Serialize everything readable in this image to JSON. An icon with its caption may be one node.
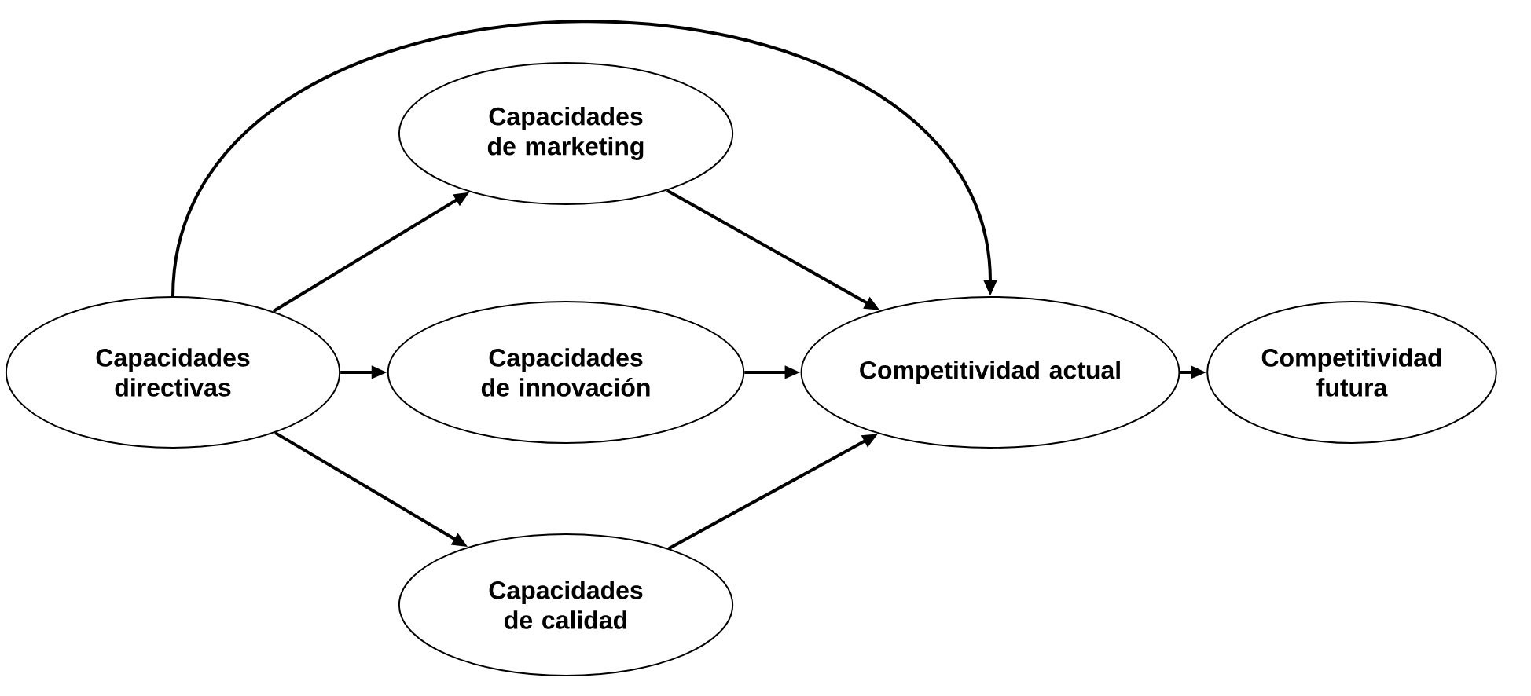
{
  "diagram": {
    "nodes": [
      {
        "text": [
          "Capacidades directivas"
        ]
      },
      {
        "text": [
          "Capacidades de marketing"
        ]
      },
      {
        "text": [
          "Capacidades de innovación"
        ]
      },
      {
        "text": [
          "Capacidades de calidad"
        ]
      },
      {
        "text": [
          "Competitividad actual"
        ]
      },
      {
        "text": [
          "Competitividad futura"
        ]
      }
    ],
    "edges": [
      {
        "from": 0,
        "to": 4,
        "arrow": "to"
      },
      {
        "from": 0,
        "to": 1,
        "arrow": "to"
      },
      {
        "from": 0,
        "to": 2,
        "arrow": "to"
      },
      {
        "from": 0,
        "to": 3,
        "arrow": "to"
      },
      {
        "from": 1,
        "to": 4,
        "arrow": "to"
      },
      {
        "from": 2,
        "to": 4,
        "arrow": "to"
      },
      {
        "from": 3,
        "to": 4,
        "arrow": "to"
      },
      {
        "from": 4,
        "to": 5,
        "arrow": "to"
      }
    ]
  }
}
